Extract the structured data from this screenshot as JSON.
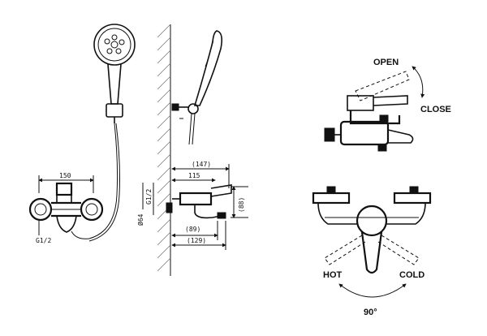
{
  "dimensions": {
    "front_width": "150",
    "thread": "G1/2",
    "overall_depth": "(147)",
    "body_depth": "115",
    "spout_reach": "(89)",
    "total_reach": "(129)",
    "height": "(88)",
    "inlet_left": "G1/2",
    "inlet_diameter": "Ø64"
  },
  "labels": {
    "open": "OPEN",
    "close": "CLOSE",
    "hot": "HOT",
    "cold": "COLD",
    "rotation_angle": "90°"
  }
}
